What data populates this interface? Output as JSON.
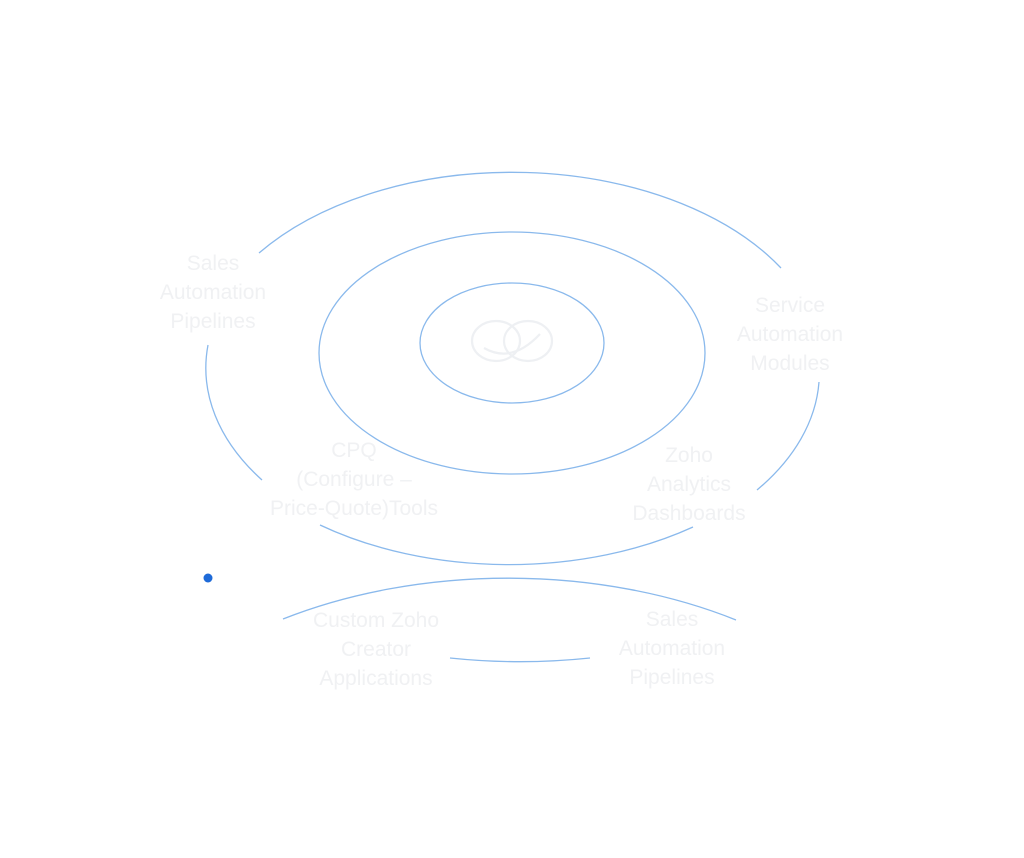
{
  "diagram": {
    "ring_color": "#8ab9ec",
    "marker_color": "#1e6ad8",
    "label_color": "#f0f1f3",
    "center_icon": "zoho-infinity-logo-icon",
    "labels": {
      "sales_pipelines_top": "Sales\nAutomation\nPipelines",
      "service_modules": "Service\nAutomation\nModules",
      "cpq_tools": "CPQ\n(Configure –\nPrice-Quote)Tools",
      "zoho_analytics": "Zoho\nAnalytics\nDashboards",
      "custom_creator": "Custom Zoho\nCreator\nApplications",
      "sales_pipelines_bottom": "Sales\nAutomation\nPipelines"
    }
  }
}
